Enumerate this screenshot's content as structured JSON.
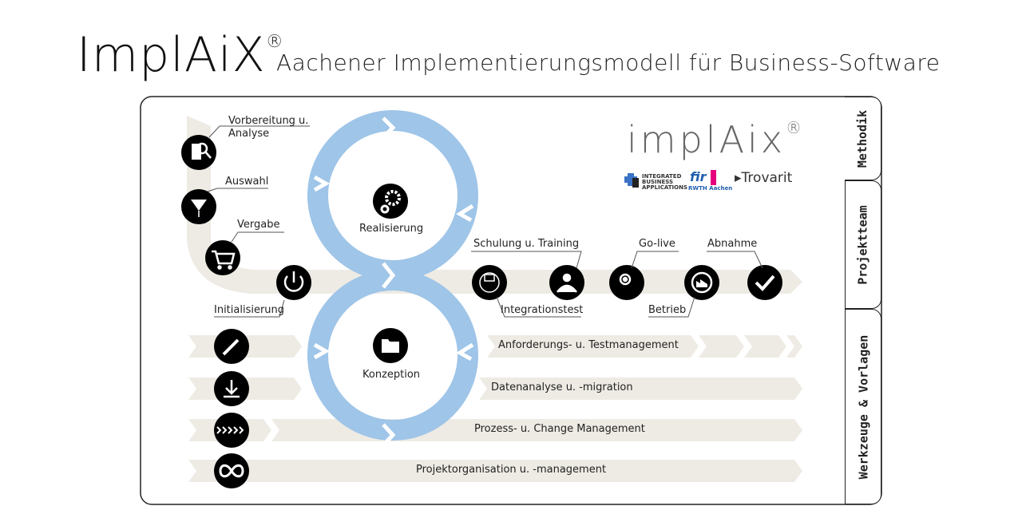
{
  "header": {
    "title": "ImplAiX",
    "registered": "®",
    "subtitle": "Aachener Implementierungsmodell für Business-Software"
  },
  "logos": {
    "implaix": "implAix",
    "registered": "®",
    "iba": "INTEGRATED BUSINESS APPLICATIONS",
    "fir": "fir",
    "fir_sub": "RWTH Aachen",
    "trovarit": "Trovarit"
  },
  "tabs": [
    "Methodik",
    "Projektteam",
    "Werkzeuge & Vorlagen"
  ],
  "cycles": {
    "top": "Realisierung",
    "bottom": "Konzeption"
  },
  "phases": {
    "vorbereitung": "Vorbereitung u. Analyse",
    "auswahl": "Auswahl",
    "vergabe": "Vergabe",
    "initialisierung": "Initialisierung",
    "schulung": "Schulung u. Training",
    "integrationstest": "Integrationstest",
    "golive": "Go-live",
    "betrieb": "Betrieb",
    "abnahme": "Abnahme"
  },
  "tracks": [
    "Anforderungs- u. Testmanagement",
    "Datenanalyse u. -migration",
    "Prozess- u. Change Management",
    "Projektorganisation u. -management"
  ],
  "colors": {
    "ring": "#9fc5e8",
    "band": "#eeebe4",
    "icon": "#000000"
  }
}
